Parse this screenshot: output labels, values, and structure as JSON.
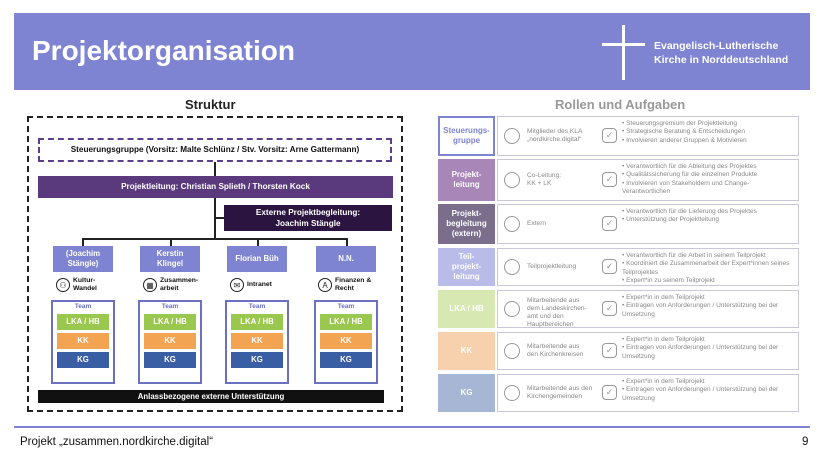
{
  "header": {
    "title": "Projektorganisation",
    "org_line1": "Evangelisch-Lutherische",
    "org_line2": "Kirche in Norddeutschland"
  },
  "struktur": {
    "title": "Struktur",
    "steuerungsgruppe": "Steuerungsgruppe (Vorsitz: Malte Schlünz / Stv. Vorsitz: Arne Gattermann)",
    "projektleitung": "Projektleitung: Christian Splieth / Thorsten Kock",
    "externe_line1": "Externe Projektbegleitung:",
    "externe_line2": "Joachim Stängle",
    "columns": [
      {
        "head1": "(Joachim",
        "head2": "Stängle)",
        "topic1": "Kultur-",
        "topic2": "Wandel",
        "icon": "people-icon",
        "glyph": "⚇"
      },
      {
        "head1": "Kerstin",
        "head2": "Klingel",
        "topic1": "Zusammen-",
        "topic2": "arbeit",
        "icon": "collaboration-icon",
        "glyph": "▦"
      },
      {
        "head1": "Florian Büh",
        "head2": "",
        "topic1": "Intranet",
        "topic2": "",
        "icon": "intranet-icon",
        "glyph": "✉"
      },
      {
        "head1": "N.N.",
        "head2": "",
        "topic1": "Finanzen &",
        "topic2": "Recht",
        "icon": "finance-icon",
        "glyph": "A"
      }
    ],
    "team_label": "Team",
    "lka_hb": "LKA / HB",
    "kk": "KK",
    "kg": "KG",
    "anlass": "Anlassbezogene externe Unterstützung"
  },
  "rollen": {
    "title": "Rollen und Aufgaben",
    "rows": [
      {
        "label1": "Steuerungs-",
        "label2": "gruppe",
        "label3": "",
        "color": "#ffffff",
        "textcolor": "#7f84d2",
        "mid1": "Mitglieder des KLA",
        "mid2": "„nordkirche.digital“",
        "mid3": "",
        "items": [
          "Steuerungsgremium der Projektleitung",
          "Strategische Beratung & Entscheidungen",
          "Involvieren anderer Gruppen & Motivieren"
        ]
      },
      {
        "label1": "Projekt-",
        "label2": "leitung",
        "label3": "",
        "color": "#a886b8",
        "textcolor": "#ffffff",
        "mid1": "Co-Leitung:",
        "mid2": "KK + LK",
        "mid3": "",
        "items": [
          "Verantwortlich für die Ableitung des Projektes",
          "Qualitätssicherung für die einzelnen Produkte",
          "Involvieren von Stakeholdern und Change-Verantwortlichen"
        ]
      },
      {
        "label1": "Projekt-",
        "label2": "begleitung",
        "label3": "(extern)",
        "color": "#7a6e8c",
        "textcolor": "#ffffff",
        "mid1": "Extern",
        "mid2": "",
        "mid3": "",
        "items": [
          "Verantwortlich für die Lieferung des Projektes",
          "Unterstützung der Projektleitung"
        ]
      },
      {
        "label1": "Teil-",
        "label2": "projekt-",
        "label3": "leitung",
        "color": "#b9bce9",
        "textcolor": "#ffffff",
        "mid1": "Teilprojektleitung",
        "mid2": "",
        "mid3": "",
        "items": [
          "Verantwortlich für die Arbeit in seinem Teilprojekt",
          "Koordiniert die Zusammenarbeit der Expert*innen seines Teilprojektes",
          "Expert*in zu seinem Teilprojekt"
        ]
      },
      {
        "label1": "LKA / HB",
        "label2": "",
        "label3": "",
        "color": "#d7e8b3",
        "textcolor": "#ffffff",
        "mid1": "Mitarbeitende aus",
        "mid2": "dem Landeskirchen-",
        "mid3": "amt und den Hauptbereichen",
        "items": [
          "Expert*in in dem Teilprojekt",
          "Eintragen von Anforderungen / Unterstützung bei der Umsetzung"
        ]
      },
      {
        "label1": "KK",
        "label2": "",
        "label3": "",
        "color": "#f7d1ad",
        "textcolor": "#ffffff",
        "mid1": "Mitarbeitende aus",
        "mid2": "den Kirchenkreisen",
        "mid3": "",
        "items": [
          "Expert*in in dem Teilprojekt",
          "Eintragen von Anforderungen / Unterstützung bei der Umsetzung"
        ]
      },
      {
        "label1": "KG",
        "label2": "",
        "label3": "",
        "color": "#a8b6d6",
        "textcolor": "#ffffff",
        "mid1": "Mitarbeitende aus den",
        "mid2": "Kirchengemeinden",
        "mid3": "",
        "items": [
          "Expert*in in dem Teilprojekt",
          "Eintragen von Anforderungen / Unterstützung bei der Umsetzung"
        ]
      }
    ]
  },
  "footer": {
    "project": "Projekt „zusammen.nordkirche.digital“",
    "page": "9"
  }
}
